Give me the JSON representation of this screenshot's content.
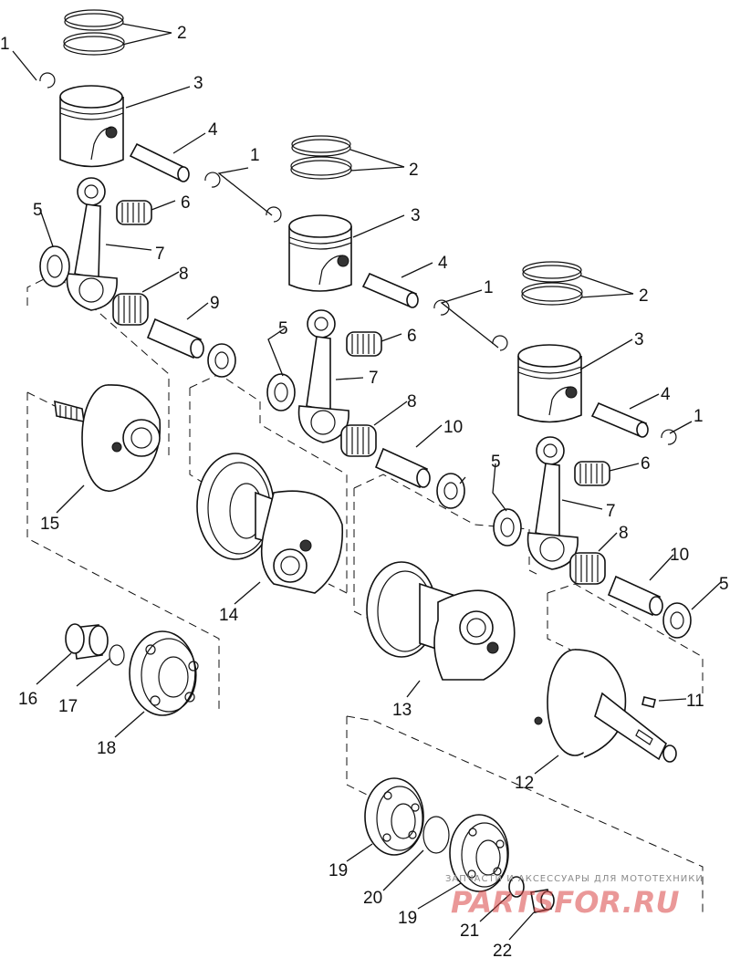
{
  "callouts": {
    "c1": "1",
    "c2": "2",
    "c3": "3",
    "c4": "4",
    "c5": "5",
    "c6": "6",
    "c7": "7",
    "c8": "8",
    "c9": "9",
    "c10": "10",
    "c11": "11",
    "c12": "12",
    "c13": "13",
    "c14": "14",
    "c15": "15",
    "c16": "16",
    "c17": "17",
    "c18": "18",
    "c19": "19",
    "c20": "20",
    "c21": "21",
    "c22": "22"
  },
  "watermark": {
    "caption": "ЗАПЧАСТИ И АКСЕССУАРЫ ДЛЯ МОТОТЕХНИКИ",
    "brand": "PARTSFOR.RU"
  },
  "colors": {
    "line": "#111111",
    "watermark_text": "#8a8a8a",
    "watermark_brand": "#d94545"
  }
}
